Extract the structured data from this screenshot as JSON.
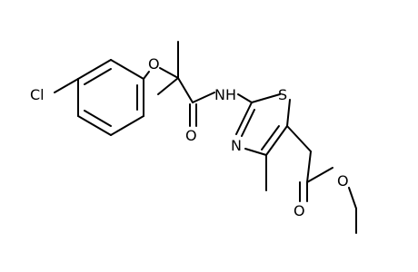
{
  "molecule": {
    "atoms": [
      {
        "id": "cl",
        "label": "Cl"
      },
      {
        "id": "o_ether",
        "label": "O"
      },
      {
        "id": "nh",
        "label": "NH"
      },
      {
        "id": "s",
        "label": "S"
      },
      {
        "id": "n",
        "label": "N"
      },
      {
        "id": "o_amide",
        "label": "O"
      },
      {
        "id": "o_carbonyl",
        "label": "O"
      },
      {
        "id": "o_ester",
        "label": "O"
      }
    ]
  },
  "colors": {
    "bond": "#000000",
    "label": "#000000",
    "background": "#ffffff"
  }
}
